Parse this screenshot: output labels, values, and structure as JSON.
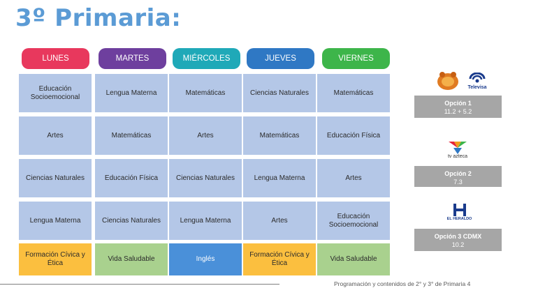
{
  "title": "3º Primaria:",
  "days": [
    {
      "label": "LUNES",
      "color": "#e8385d"
    },
    {
      "label": "MARTES",
      "color": "#6e3f9e"
    },
    {
      "label": "MIÉRCOLES",
      "color": "#1fa9b8"
    },
    {
      "label": "JUEVES",
      "color": "#2f78c4"
    },
    {
      "label": "VIERNES",
      "color": "#3db54a"
    }
  ],
  "rows": [
    [
      "Educación Socioemocional",
      "Lengua Materna",
      "Matemáticas",
      "Ciencias Naturales",
      "Matemáticas"
    ],
    [
      "Artes",
      "Matemáticas",
      "Artes",
      "Matemáticas",
      "Educación Física"
    ],
    [
      "Ciencias Naturales",
      "Educación Física",
      "Ciencias Naturales",
      "Lengua Materna",
      "Artes"
    ],
    [
      "Lengua Materna",
      "Ciencias Naturales",
      "Lengua Materna",
      "Artes",
      "Educación Socioemocional"
    ],
    [
      "Formación Cívica y Ética",
      "Vida Saludable",
      "Inglés",
      "Formación Cívica y Ética",
      "Vida Saludable"
    ]
  ],
  "last_row_styles": [
    "orange",
    "green",
    "blue",
    "orange",
    "green"
  ],
  "logos": {
    "televisa": "Televisa",
    "tvazteca": "tv azteca",
    "heraldo": "EL HERALDO"
  },
  "options": [
    {
      "name": "Opción 1",
      "channels": "11.2  +  5.2"
    },
    {
      "name": "Opción 2",
      "channels": "7.3"
    },
    {
      "name": "Opción 3 CDMX",
      "channels": "10.2"
    }
  ],
  "footer": "Programación y contenidos de  2° y 3° de Primaria 4"
}
